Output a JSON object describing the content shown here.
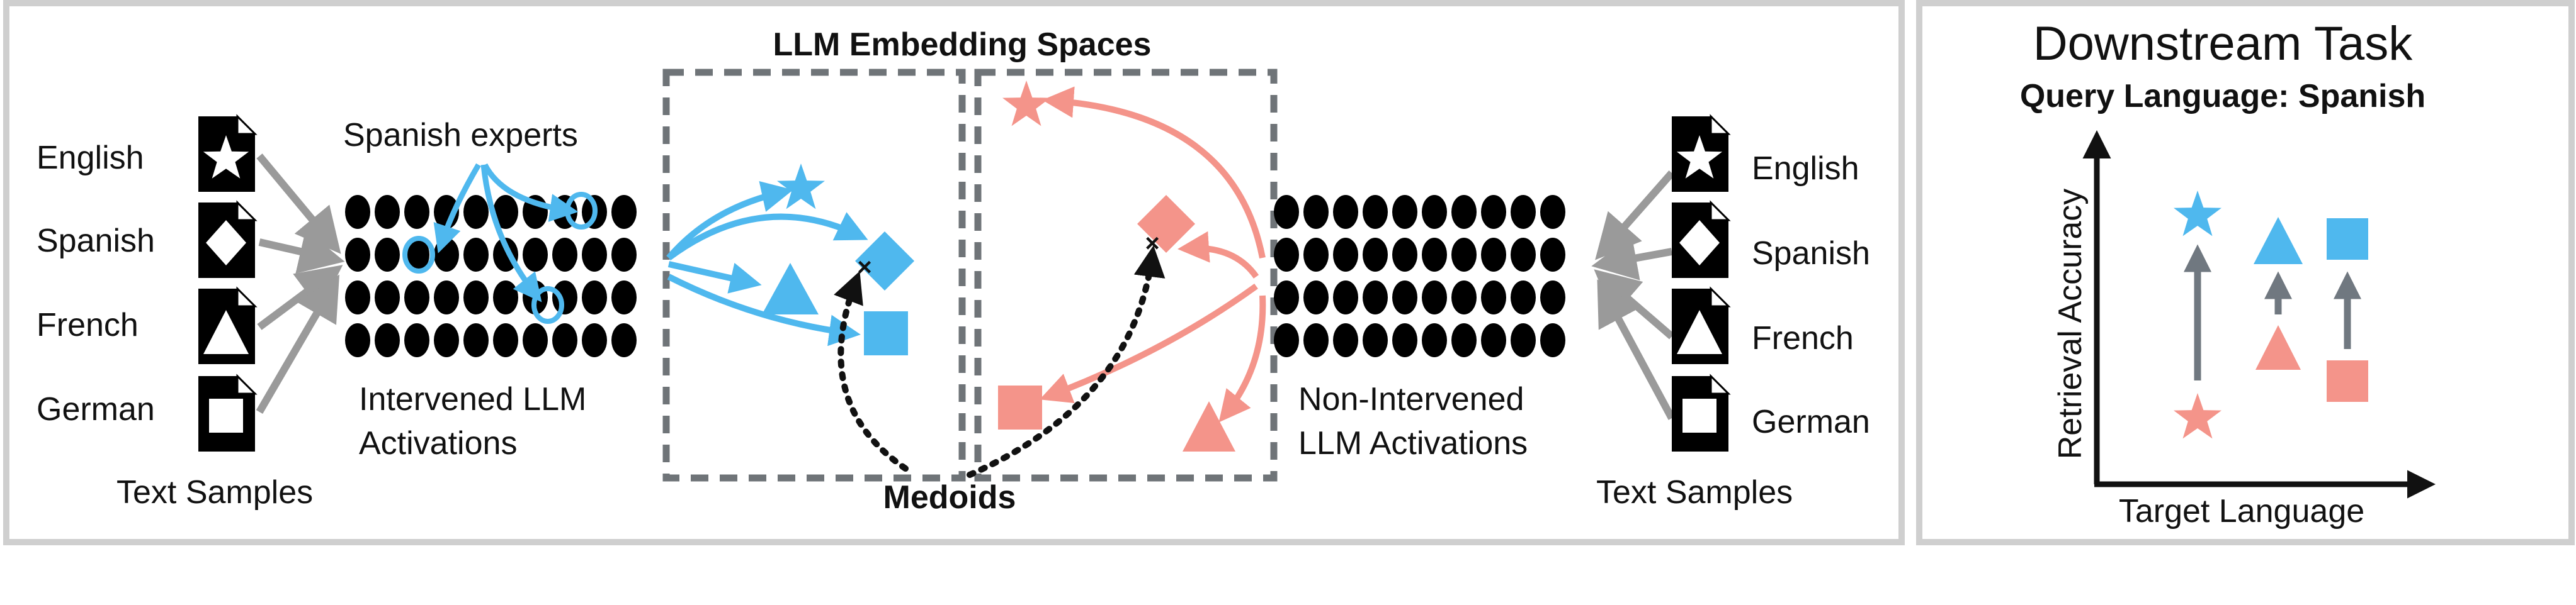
{
  "left_panel": {
    "languages_left": [
      "English",
      "Spanish",
      "French",
      "German"
    ],
    "text_samples_left": "Text Samples",
    "spanish_experts": "Spanish experts",
    "intervened_line1": "Intervened LLM",
    "intervened_line2": "Activations",
    "embedding_title": "LLM Embedding Spaces",
    "medoids": "Medoids",
    "non_intervened_line1": "Non-Intervened",
    "non_intervened_line2": "LLM Activations",
    "languages_right": [
      "English",
      "Spanish",
      "French",
      "German"
    ],
    "text_samples_right": "Text Samples"
  },
  "right_panel": {
    "title": "Downstream Task",
    "query_language": "Query Language: Spanish",
    "y_axis_label": "Retrieval Accuracy",
    "x_axis_label": "Target Language"
  },
  "colors": {
    "intervened": "#4fb8ee",
    "non_intervened": "#f4948a",
    "gray_arrow": "#9a9a9a",
    "dashed_box": "#6f7478",
    "panel_border": "#cfcfcf"
  }
}
